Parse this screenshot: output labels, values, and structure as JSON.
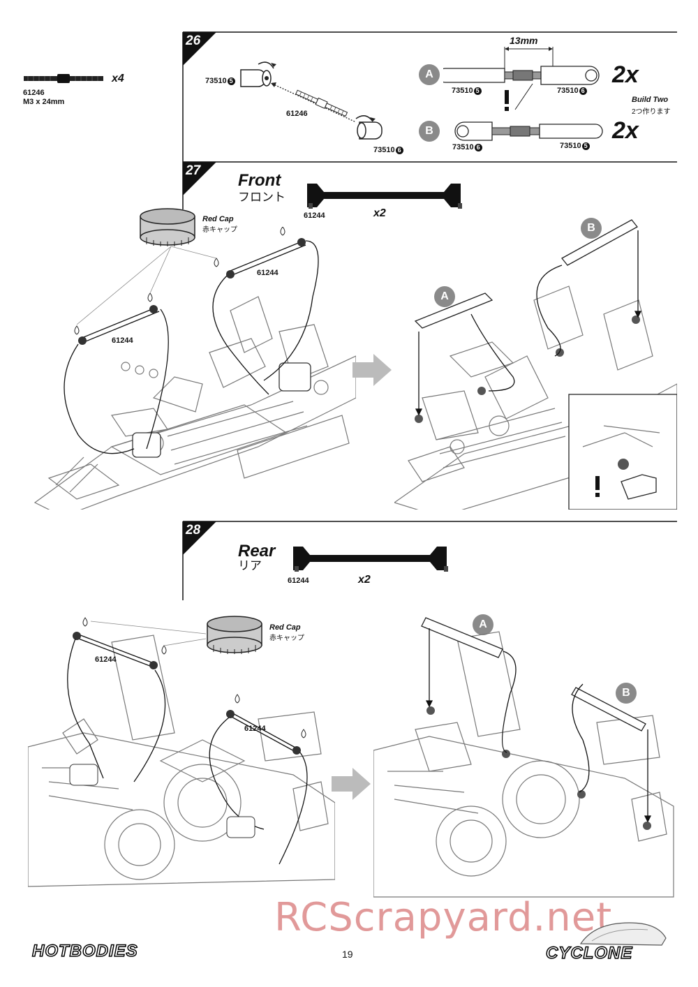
{
  "top_part": {
    "part_no": "61246",
    "size": "M3 x 24mm",
    "qty": "x4"
  },
  "step26": {
    "number": "26",
    "turnbuckle_part": "61246",
    "left_end_part": "73510",
    "left_end_tag": "5",
    "right_end_part": "73510",
    "right_end_tag": "6",
    "dimension": "13mm",
    "assembly_a": {
      "badge": "A",
      "left_part": "73510",
      "left_tag": "5",
      "right_part": "73510",
      "right_tag": "6",
      "qty": "2x"
    },
    "assembly_b": {
      "badge": "B",
      "left_part": "73510",
      "left_tag": "6",
      "right_part": "73510",
      "right_tag": "5",
      "qty": "2x"
    },
    "build_title": "Build Two",
    "build_sub": "2つ作ります"
  },
  "step27": {
    "number": "27",
    "title": "Front",
    "subtitle": "フロント",
    "part": "61244",
    "qty": "x2",
    "red_cap_title": "Red Cap",
    "red_cap_sub": "赤キャップ",
    "shaft_label_1": "61244",
    "shaft_label_2": "61244",
    "badge_a": "A",
    "badge_b": "B"
  },
  "step28": {
    "number": "28",
    "title": "Rear",
    "subtitle": "リア",
    "part": "61244",
    "qty": "x2",
    "red_cap_title": "Red Cap",
    "red_cap_sub": "赤キャップ",
    "shaft_label_1": "61244",
    "shaft_label_2": "61244",
    "badge_a": "A",
    "badge_b": "B"
  },
  "footer": {
    "page_number": "19",
    "brand_left": "HOTBODIES",
    "brand_right": "CYCLONE",
    "watermark": "RCScrapyard.net"
  }
}
